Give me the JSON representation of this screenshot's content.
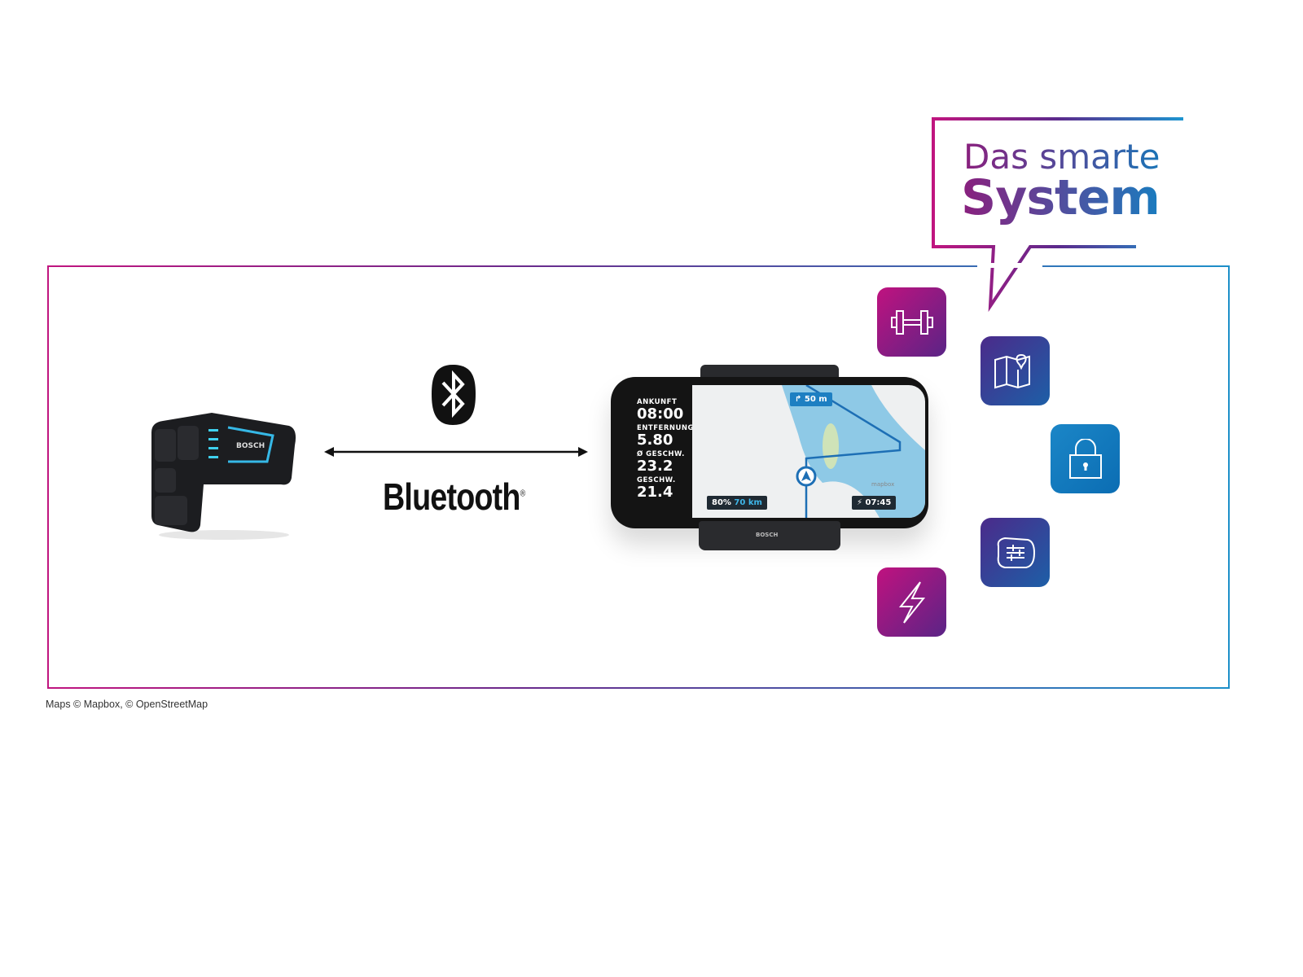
{
  "headline": {
    "line1": "Das smarte",
    "line2": "System"
  },
  "connection": {
    "label": "Bluetooth",
    "registered": "®",
    "icon": "bluetooth-icon"
  },
  "remote": {
    "brand": "BOSCH"
  },
  "phone": {
    "stats": [
      {
        "label": "ANKUNFT",
        "value": "08:00"
      },
      {
        "label": "ENTFERNUNG",
        "value": "5.80"
      },
      {
        "label": "Ø GESCHW.",
        "value": "23.2"
      },
      {
        "label": "GESCHW.",
        "value": "21.4"
      }
    ],
    "turn_instruction": "50 m",
    "battery": {
      "percent": "80%",
      "range": "70 km"
    },
    "time": "07:45",
    "map_attribution": "mapbox",
    "mount_brand": "BOSCH"
  },
  "feature_icons": [
    "dumbbell-icon",
    "map-pin-icon",
    "lock-icon",
    "settings-sliders-icon",
    "lightning-icon"
  ],
  "colors": {
    "magenta": "#c0127f",
    "violet": "#4b2a8a",
    "blue": "#1b86c7"
  },
  "caption": "Maps © Mapbox, © OpenStreetMap"
}
